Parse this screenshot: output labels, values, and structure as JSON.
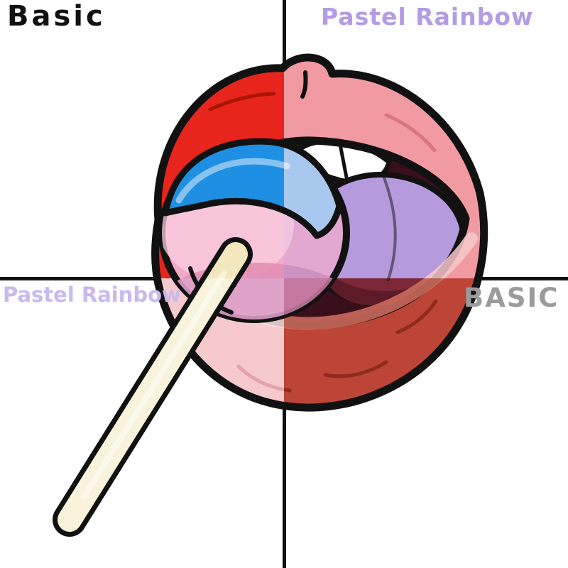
{
  "artwork": {
    "title": "Lips with lollipop - color palette comparison",
    "dividers": {
      "color": "#111111"
    },
    "common": {
      "outline": "#111111",
      "teeth": "#ffffff",
      "interior": "#3a0f1c",
      "background": "#ffffff"
    },
    "quadrants": [
      {
        "id": "tl",
        "label": "Basic",
        "label_color": "#111111",
        "palette": {
          "lip": "#e8251c",
          "lip_hi": "#f2675c",
          "lip_sh": "#a81507",
          "candy": "#f2a8c6",
          "candy_hi": "#f9cfe1",
          "candy_sh": "#e38db4",
          "band": "#1e8fe2",
          "band_hi": "#8ec6f0",
          "tongue": "#8e2d3c",
          "tongue_sh": "#6e1f2e",
          "stick": "#f2e7bd",
          "stick_hi": "#faf4da"
        }
      },
      {
        "id": "tr",
        "label": "Pastel Rainbow",
        "label_color": "#b49be4",
        "palette": {
          "lip": "#f19aa2",
          "lip_hi": "#f8c9cb",
          "lip_sh": "#d9767f",
          "candy": "#e3a8d2",
          "candy_hi": "#f2cfe6",
          "candy_sh": "#c98fc0",
          "band": "#a9c8ef",
          "band_hi": "#d8e7f8",
          "tongue": "#b59add",
          "tongue_sh": "#9678c2",
          "stick": "#f7f1d6",
          "stick_hi": "#fcf9ec"
        }
      },
      {
        "id": "bl",
        "label": "Pastel Rainbow",
        "label_color": "#c9b9ee",
        "palette": {
          "lip": "#f6c9cd",
          "lip_hi": "#fce4e5",
          "lip_sh": "#e3a3a9",
          "candy": "#f1bcd8",
          "candy_hi": "#f9ddeb",
          "candy_sh": "#dd9ec6",
          "band": "#bdd5f3",
          "band_hi": "#e3eefb",
          "tongue": "#cbaade",
          "tongue_sh": "#b18cc9",
          "stick": "#f8f3da",
          "stick_hi": "#fdfaee"
        }
      },
      {
        "id": "br",
        "label": "BASIC",
        "label_color": "#9b9b9b",
        "palette": {
          "lip": "#bc4537",
          "lip_hi": "#d4705f",
          "lip_sh": "#8f2b1c",
          "candy": "#dd93bb",
          "candy_hi": "#ecb3d2",
          "candy_sh": "#c2779f",
          "band": "#1b7fc9",
          "band_hi": "#7ab4e4",
          "tongue": "#7c2838",
          "tongue_sh": "#5d1b28",
          "stick": "#ead9a8",
          "stick_hi": "#f4ead0"
        }
      }
    ]
  }
}
